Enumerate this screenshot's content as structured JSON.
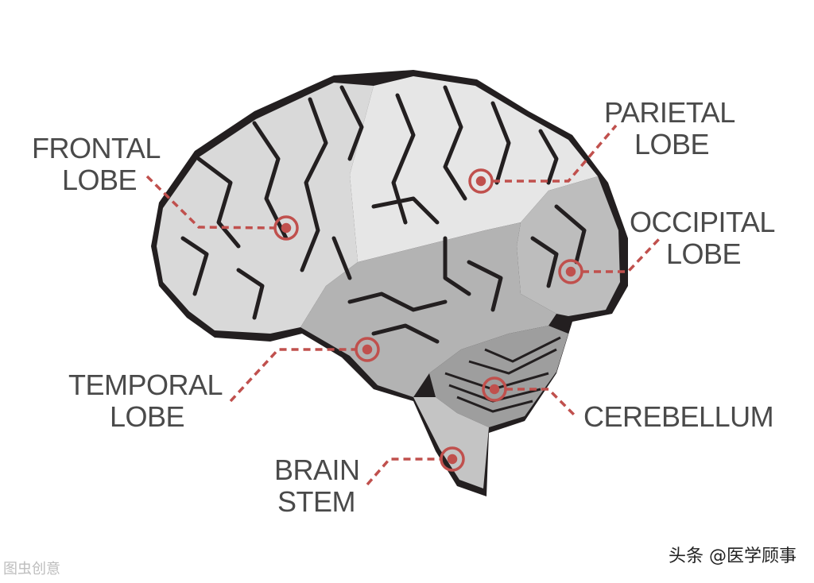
{
  "labels": {
    "frontal": {
      "line1": "FRONTAL",
      "line2": "LOBE"
    },
    "parietal": {
      "line1": "PARIETAL",
      "line2": "LOBE"
    },
    "occipital": {
      "line1": "OCCIPITAL",
      "line2": "LOBE"
    },
    "temporal": {
      "line1": "TEMPORAL",
      "line2": "LOBE"
    },
    "cerebellum": {
      "line1": "CEREBELLUM"
    },
    "brainstem": {
      "line1": "BRAIN",
      "line2": "STEM"
    }
  },
  "watermark": "头条 @医学顾事",
  "corner_mark": "图虫创意",
  "colors": {
    "outline": "#231f20",
    "light_gray": "#d9d9d9",
    "lighter_gray": "#e6e6e6",
    "mid_gray": "#bdbdbd",
    "dark_gray": "#a3a3a3",
    "pointer": "#c0504d",
    "text": "#4a4a4a"
  }
}
